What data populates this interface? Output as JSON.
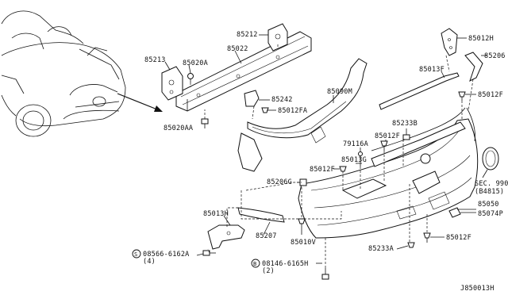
{
  "diagram": {
    "labels": {
      "l85212": "85212",
      "l85213": "85213",
      "l85020A": "85020A",
      "l85022": "85022",
      "l85242": "85242",
      "l85012FA": "85012FA",
      "l85020AA": "85020AA",
      "l85090M": "85090M",
      "l85012H": "85012H",
      "l85206_top": "85206",
      "l85013F": "85013F",
      "l85012F_r": "85012F",
      "l85233B": "85233B",
      "l79116A": "79116A",
      "l85012F_c": "85012F",
      "l85013G": "85013G",
      "l85012F_l": "85012F",
      "l85206G": "85206G",
      "l85013H": "85013H",
      "l85207": "85207",
      "l85010V": "85010V",
      "l85050": "85050",
      "l85074P": "85074P",
      "l85012F_b": "85012F",
      "l85233A": "85233A",
      "lSec1": "SEC. 990",
      "lSec2": "(B4815)",
      "lS1": "08566-6162A",
      "lS2": "(4)",
      "lB1": "08146-6165H",
      "lB2": "(2)",
      "lDiag": "J850013H",
      "circS": "S",
      "circB": "B"
    }
  }
}
